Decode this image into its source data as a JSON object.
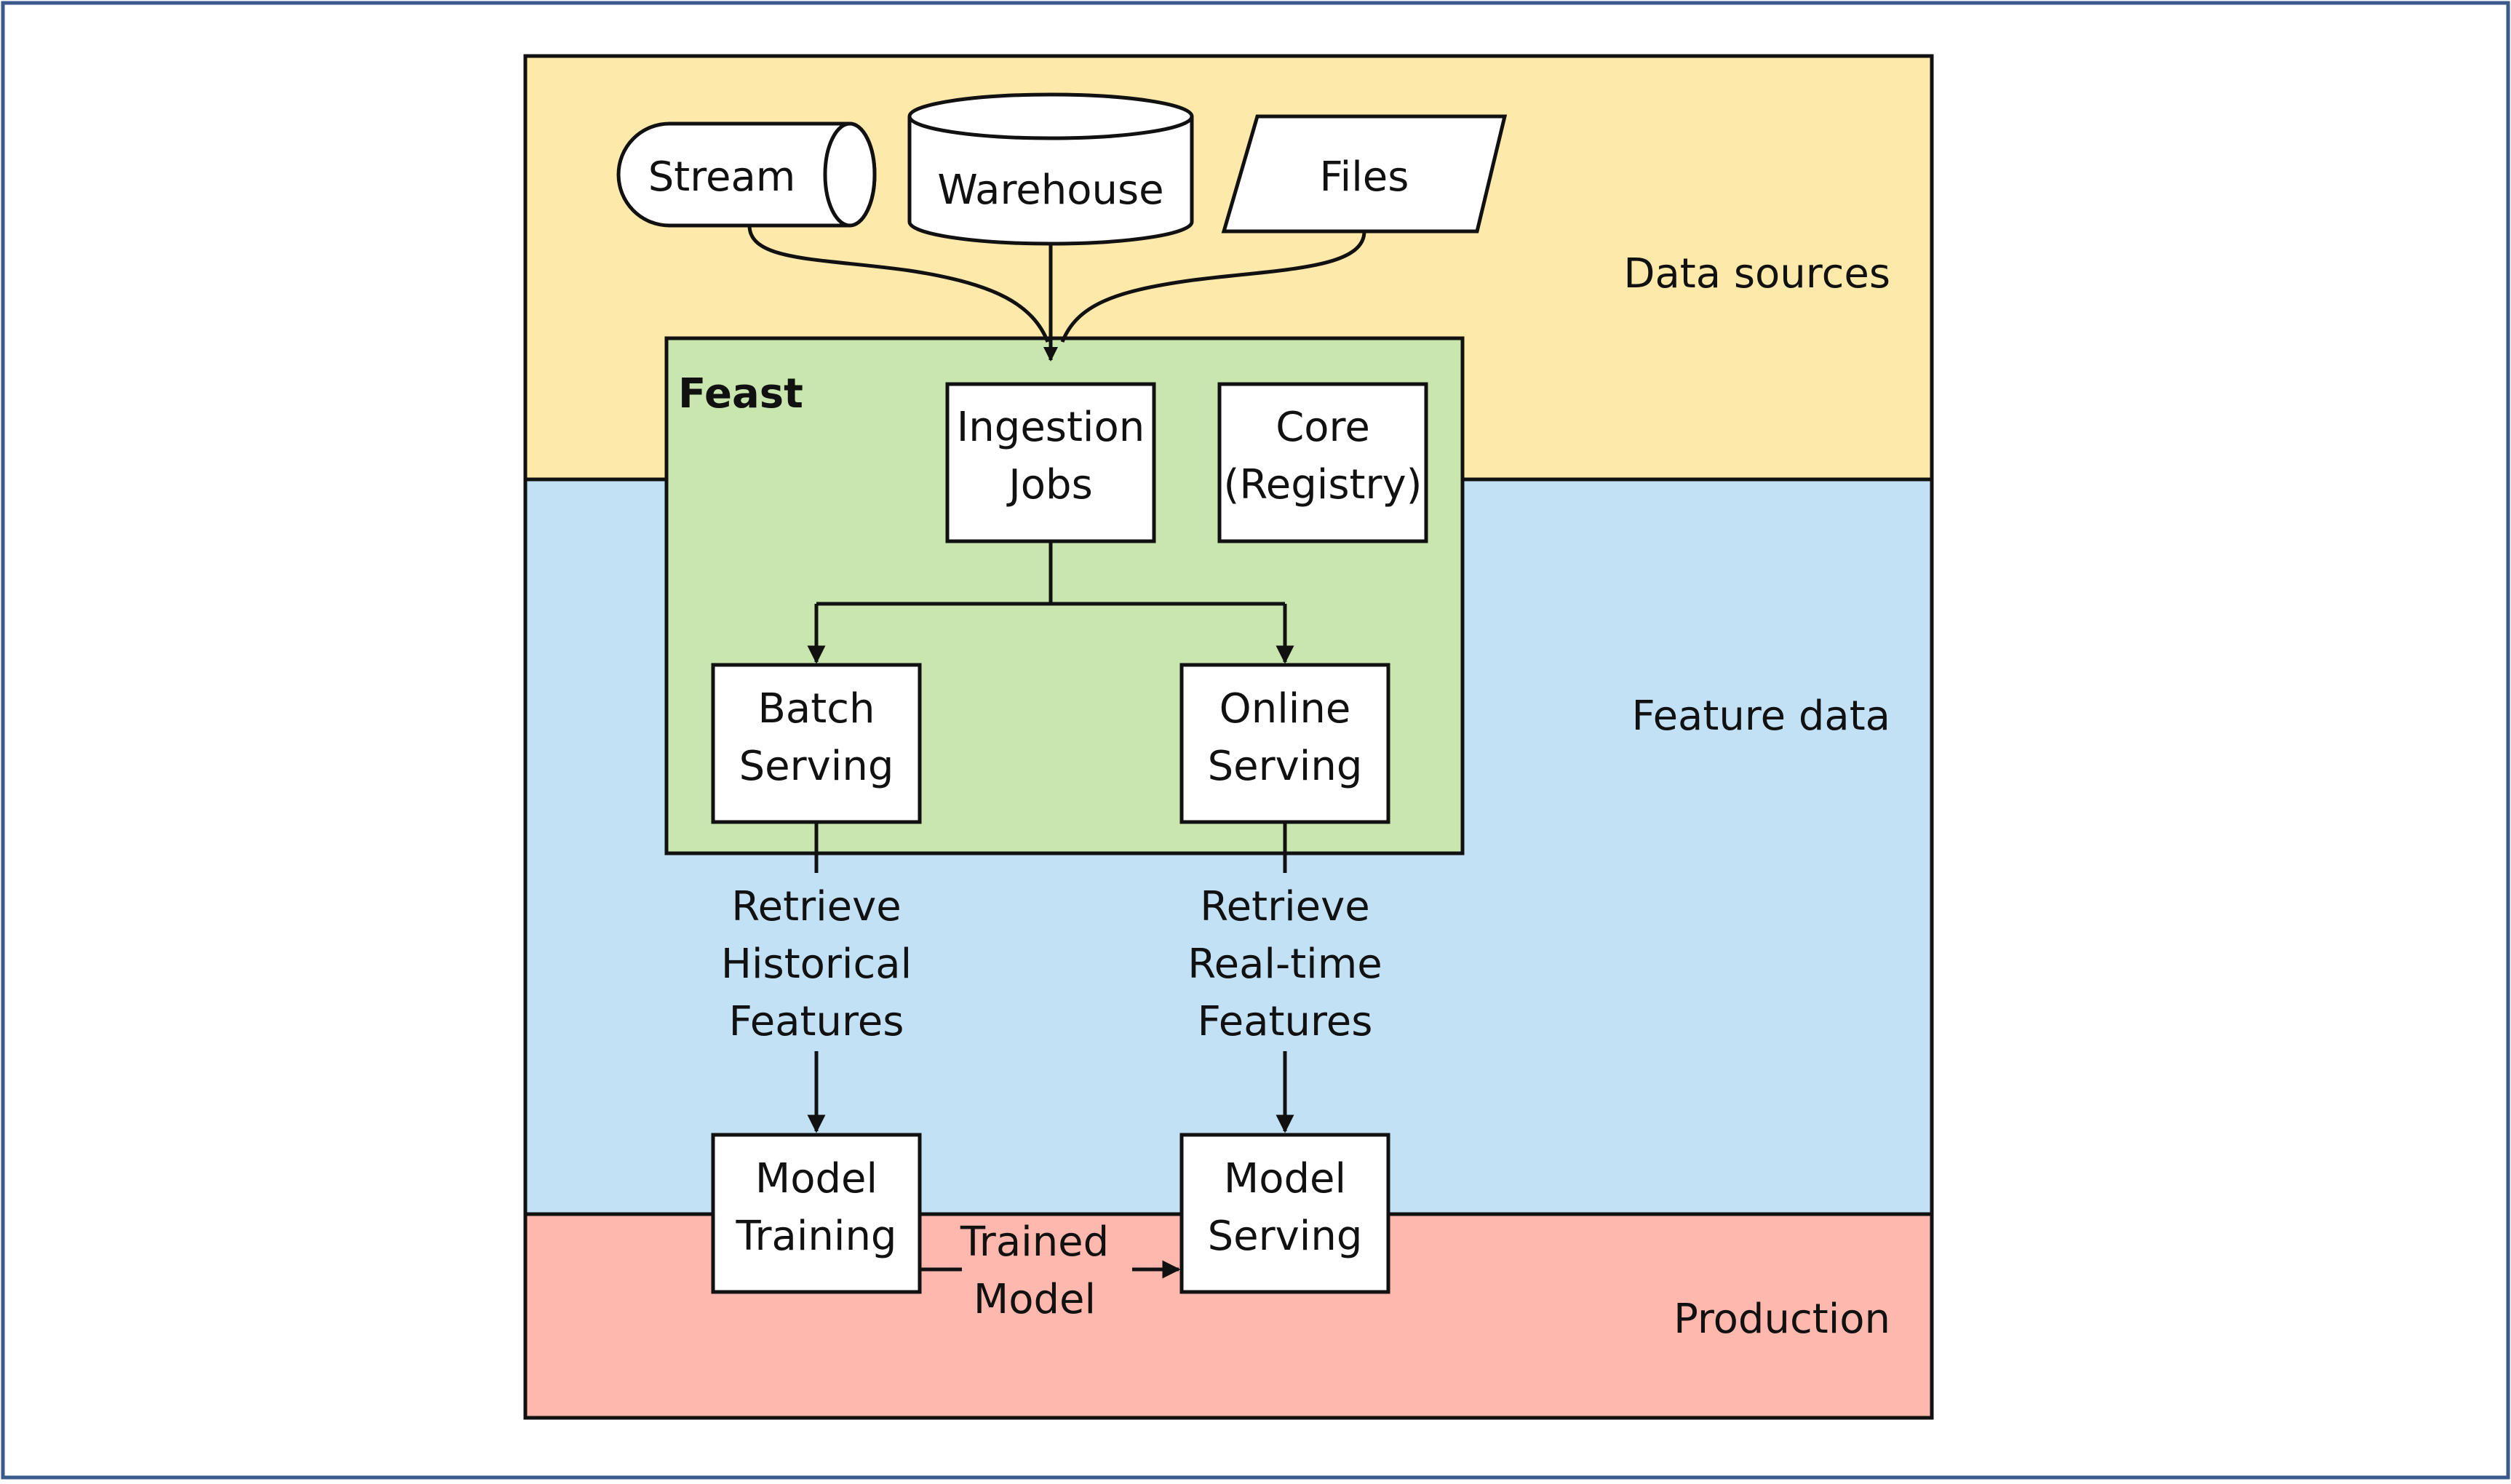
{
  "colors": {
    "data_sources_band": "#fde9a9",
    "feature_data_band": "#c3e1f5",
    "production_band": "#feb8ae",
    "feast_box": "#c8e6ad",
    "frame_border": "#3a5a8c",
    "stroke": "#111111"
  },
  "regions": {
    "data_sources": "Data sources",
    "feature_data": "Feature data",
    "production": "Production"
  },
  "sources": {
    "stream": "Stream",
    "warehouse": "Warehouse",
    "files": "Files"
  },
  "feast": {
    "title": "Feast",
    "ingestion_jobs": [
      "Ingestion",
      "Jobs"
    ],
    "core_registry": [
      "Core",
      "(Registry)"
    ],
    "batch_serving": [
      "Batch",
      "Serving"
    ],
    "online_serving": [
      "Online",
      "Serving"
    ]
  },
  "flows": {
    "retrieve_historical": [
      "Retrieve",
      "Historical",
      "Features"
    ],
    "retrieve_realtime": [
      "Retrieve",
      "Real-time",
      "Features"
    ],
    "trained_model": [
      "Trained",
      "Model"
    ]
  },
  "models": {
    "training": [
      "Model",
      "Training"
    ],
    "serving": [
      "Model",
      "Serving"
    ]
  }
}
